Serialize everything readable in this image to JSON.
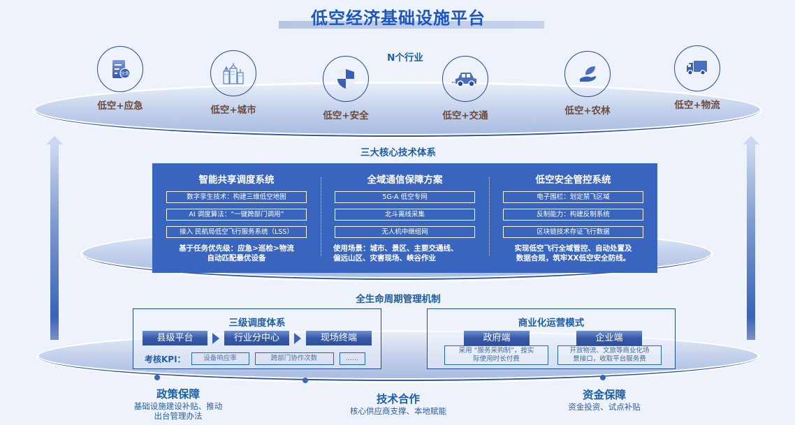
{
  "title": "低空经济基础设施平台",
  "industries": {
    "section_label": "N个行业",
    "items": [
      {
        "label": "低空+应急",
        "icon": "emergency-clipboard-icon"
      },
      {
        "label": "低空+城市",
        "icon": "city-buildings-icon"
      },
      {
        "label": "低空+安全",
        "icon": "shield-icon"
      },
      {
        "label": "低空+交通",
        "icon": "car-icon"
      },
      {
        "label": "低空+农林",
        "icon": "leaf-hand-icon"
      },
      {
        "label": "低空+物流",
        "icon": "truck-icon"
      }
    ]
  },
  "core_tech": {
    "section_label": "三大核心技术体系",
    "columns": [
      {
        "title": "智能共享调度系统",
        "items": [
          "数字孪生技术：构建三维低空地图",
          "AI 调度算法：“一键跨部门调用”",
          "接入 民航局低空飞行服务系统（LSS）"
        ],
        "desc_lines": [
          "基于任务优先级：应急>巡检>物流",
          "自动匹配最优设备"
        ]
      },
      {
        "title": "全域通信保障方案",
        "items": [
          "5G-A 低空专网",
          "北斗离线采集",
          "无人机中继组网"
        ],
        "desc_lines": [
          "使用场景：城市、景区、主要交通线、",
          "偏远山区、灾害现场、峡谷作业"
        ]
      },
      {
        "title": "低空安全管控系统",
        "items": [
          "电子围栏：划定禁飞区域",
          "反制能力：构建反制系统",
          "区块链技术存证飞行数据"
        ],
        "desc_lines": [
          "实现低空飞行全域管控、自动处置及",
          "数据合规，筑牢XX低空安全防线。"
        ]
      }
    ]
  },
  "lifecycle": {
    "section_label": "全生命周期管理机制",
    "dispatch": {
      "title": "三级调度体系",
      "levels": [
        "县级平台",
        "行业分中心",
        "现场终端"
      ],
      "kpi_label": "考核KPI：",
      "kpis": [
        "设备响应率",
        "跨部门协作次数",
        "......"
      ]
    },
    "business": {
      "title": "商业化运营模式",
      "sides": [
        {
          "label": "政府端",
          "desc_lines": [
            "采用 “服务采购制”，按实",
            "际使用时长付费"
          ]
        },
        {
          "label": "企业端",
          "desc_lines": [
            "开放物流、文旅等商业化场",
            "景接口，收取平台服务费"
          ]
        }
      ]
    }
  },
  "guarantees": [
    {
      "title": "政策保障",
      "desc_lines": [
        "基础设施建设补贴、推动",
        "出台管理办法"
      ]
    },
    {
      "title": "技术合作",
      "desc_lines": [
        "核心供应商支撑、本地赋能"
      ]
    },
    {
      "title": "资金保障",
      "desc_lines": [
        "资金投资、试点补贴"
      ]
    }
  ],
  "colors": {
    "background": "#edf2fb",
    "title": "#1d56c2",
    "panel": "#3a65be",
    "section_label": "#1e5d9e",
    "industry_label": "#6a4a3c"
  }
}
